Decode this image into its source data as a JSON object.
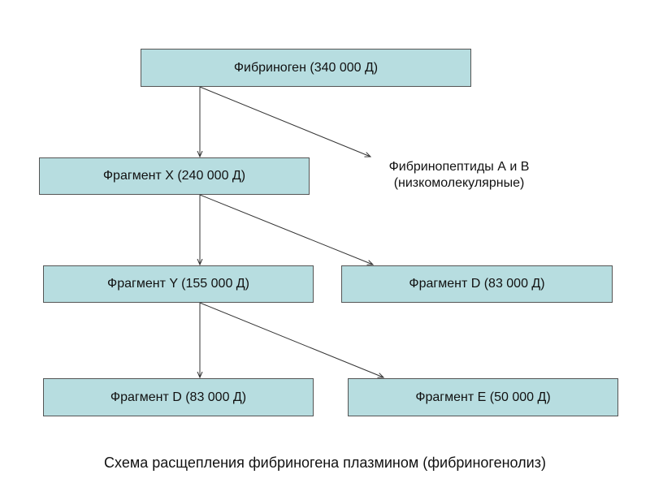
{
  "nodes": {
    "fibrinogen": "Фибриноген (340 000 Д)",
    "fragment_x": "Фрагмент X (240 000 Д)",
    "fibrinopeptides_line1": "Фибринопептиды А и В",
    "fibrinopeptides_line2": "(низкомолекулярные)",
    "fragment_y": "Фрагмент Y (155 000 Д)",
    "fragment_d_1": "Фрагмент D (83 000 Д)",
    "fragment_d_2": "Фрагмент D (83 000 Д)",
    "fragment_e": "Фрагмент Е (50 000 Д)"
  },
  "caption": "Схема расщепления фибриногена плазмином (фибриногенолиз)",
  "colors": {
    "box_fill": "#b7dde0",
    "box_border": "#555555",
    "arrow": "#333333"
  }
}
